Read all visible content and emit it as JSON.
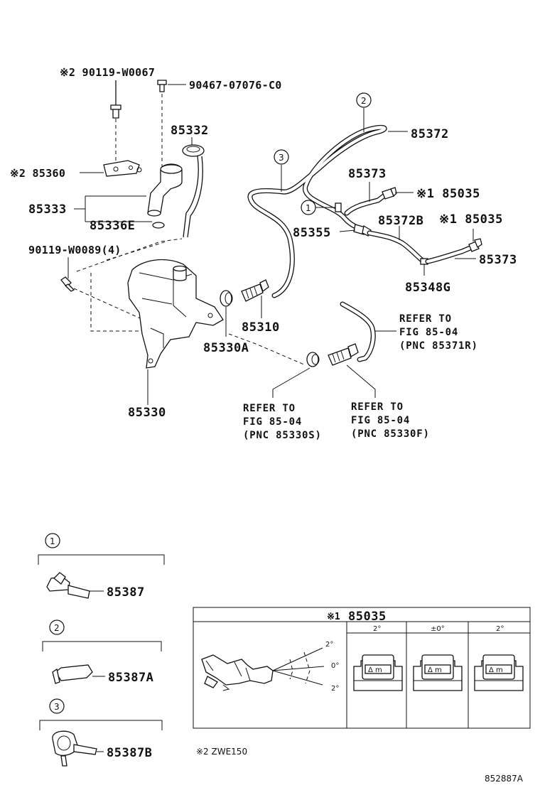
{
  "parts": {
    "p90119_w0067": "※2 90119-W0067",
    "p90467": "90467-07076-C0",
    "p85332": "85332",
    "p85372": "85372",
    "p85360": "※2 85360",
    "p85373a": "85373",
    "p85035a": "※1 85035",
    "p85333": "85333",
    "p85336e": "85336E",
    "p85355": "85355",
    "p85372b": "85372B",
    "p85035b": "※1 85035",
    "p90119_w0089": "90119-W0089(4)",
    "p85373b": "85373",
    "p85348g": "85348G",
    "p85310": "85310",
    "p85330a": "85330A",
    "p85330": "85330"
  },
  "callouts": {
    "c1": "1",
    "c2": "2",
    "c3": "3"
  },
  "refs": {
    "r1": [
      "REFER TO",
      "FIG 85-04",
      "(PNC 85371R)"
    ],
    "r2": [
      "REFER TO",
      "FIG 85-04",
      "(PNC 85330S)"
    ],
    "r3": [
      "REFER TO",
      "FIG 85-04",
      "(PNC 85330F)"
    ]
  },
  "clips": {
    "k1": {
      "num": "1",
      "part": "85387"
    },
    "k2": {
      "num": "2",
      "part": "85387A"
    },
    "k3": {
      "num": "3",
      "part": "85387B"
    }
  },
  "nozzle_table": {
    "title_mark": "※1",
    "title": "85035",
    "columns": [
      "2°",
      "±0°",
      "2°"
    ],
    "angles": [
      "2°",
      "0°",
      "2°"
    ],
    "mark_text": "Δ m"
  },
  "footnote": "※2 ZWE150",
  "figure_id": "852887A"
}
